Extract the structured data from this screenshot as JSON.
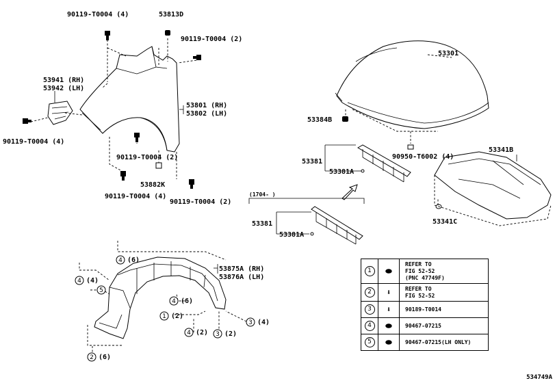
{
  "fender": {
    "bolt_top_left": "90119-T0004 (4)",
    "clip_top": "53813D",
    "bolt_top_right": "90119-T0004 (2)",
    "bracket_rh": "53941 (RH)",
    "bracket_lh": "53942 (LH)",
    "bolt_left": "90119-T0004 (4)",
    "fender_rh": "53801 (RH)",
    "fender_lh": "53802 (LH)",
    "bolt_mid": "90119-T0004 (2)",
    "washer": "53882K",
    "bolt_bottom_left": "90119-T0004 (4)",
    "bolt_bottom_right": "90119-T0004 (2)"
  },
  "hood": {
    "hood": "53301",
    "bumper": "53384B",
    "seal": "53381",
    "seal_clip": "53381A",
    "seal_bolt": "90950-T6002 (4)",
    "insulator": "53341B",
    "insulator_clip": "53341C",
    "date_range": "(1704-      )",
    "seal_alt": "53381",
    "seal_clip_alt": "53381A"
  },
  "liner": {
    "liner_rh": "53875A (RH)",
    "liner_lh": "53876A (LH)",
    "callouts": [
      {
        "num": "4",
        "qty": "(6)"
      },
      {
        "num": "4",
        "qty": "(4)"
      },
      {
        "num": "5",
        "qty": ""
      },
      {
        "num": "4",
        "qty": "(6)"
      },
      {
        "num": "1",
        "qty": "(2)"
      },
      {
        "num": "3",
        "qty": "(4)"
      },
      {
        "num": "4",
        "qty": "(2)"
      },
      {
        "num": "3",
        "qty": "(2)"
      },
      {
        "num": "2",
        "qty": "(6)"
      }
    ]
  },
  "legend": {
    "rows": [
      {
        "num": "1",
        "text_lines": [
          "REFER TO",
          "FIG 52-52",
          "(PNC 47749F)"
        ]
      },
      {
        "num": "2",
        "text_lines": [
          "REFER TO",
          "FIG 52-52"
        ]
      },
      {
        "num": "3",
        "text_lines": [
          "90189-T0014"
        ]
      },
      {
        "num": "4",
        "text_lines": [
          "90467-07215"
        ]
      },
      {
        "num": "5",
        "text_lines": [
          "90467-07215(LH ONLY)"
        ]
      }
    ]
  },
  "catalog_code": "534749A"
}
